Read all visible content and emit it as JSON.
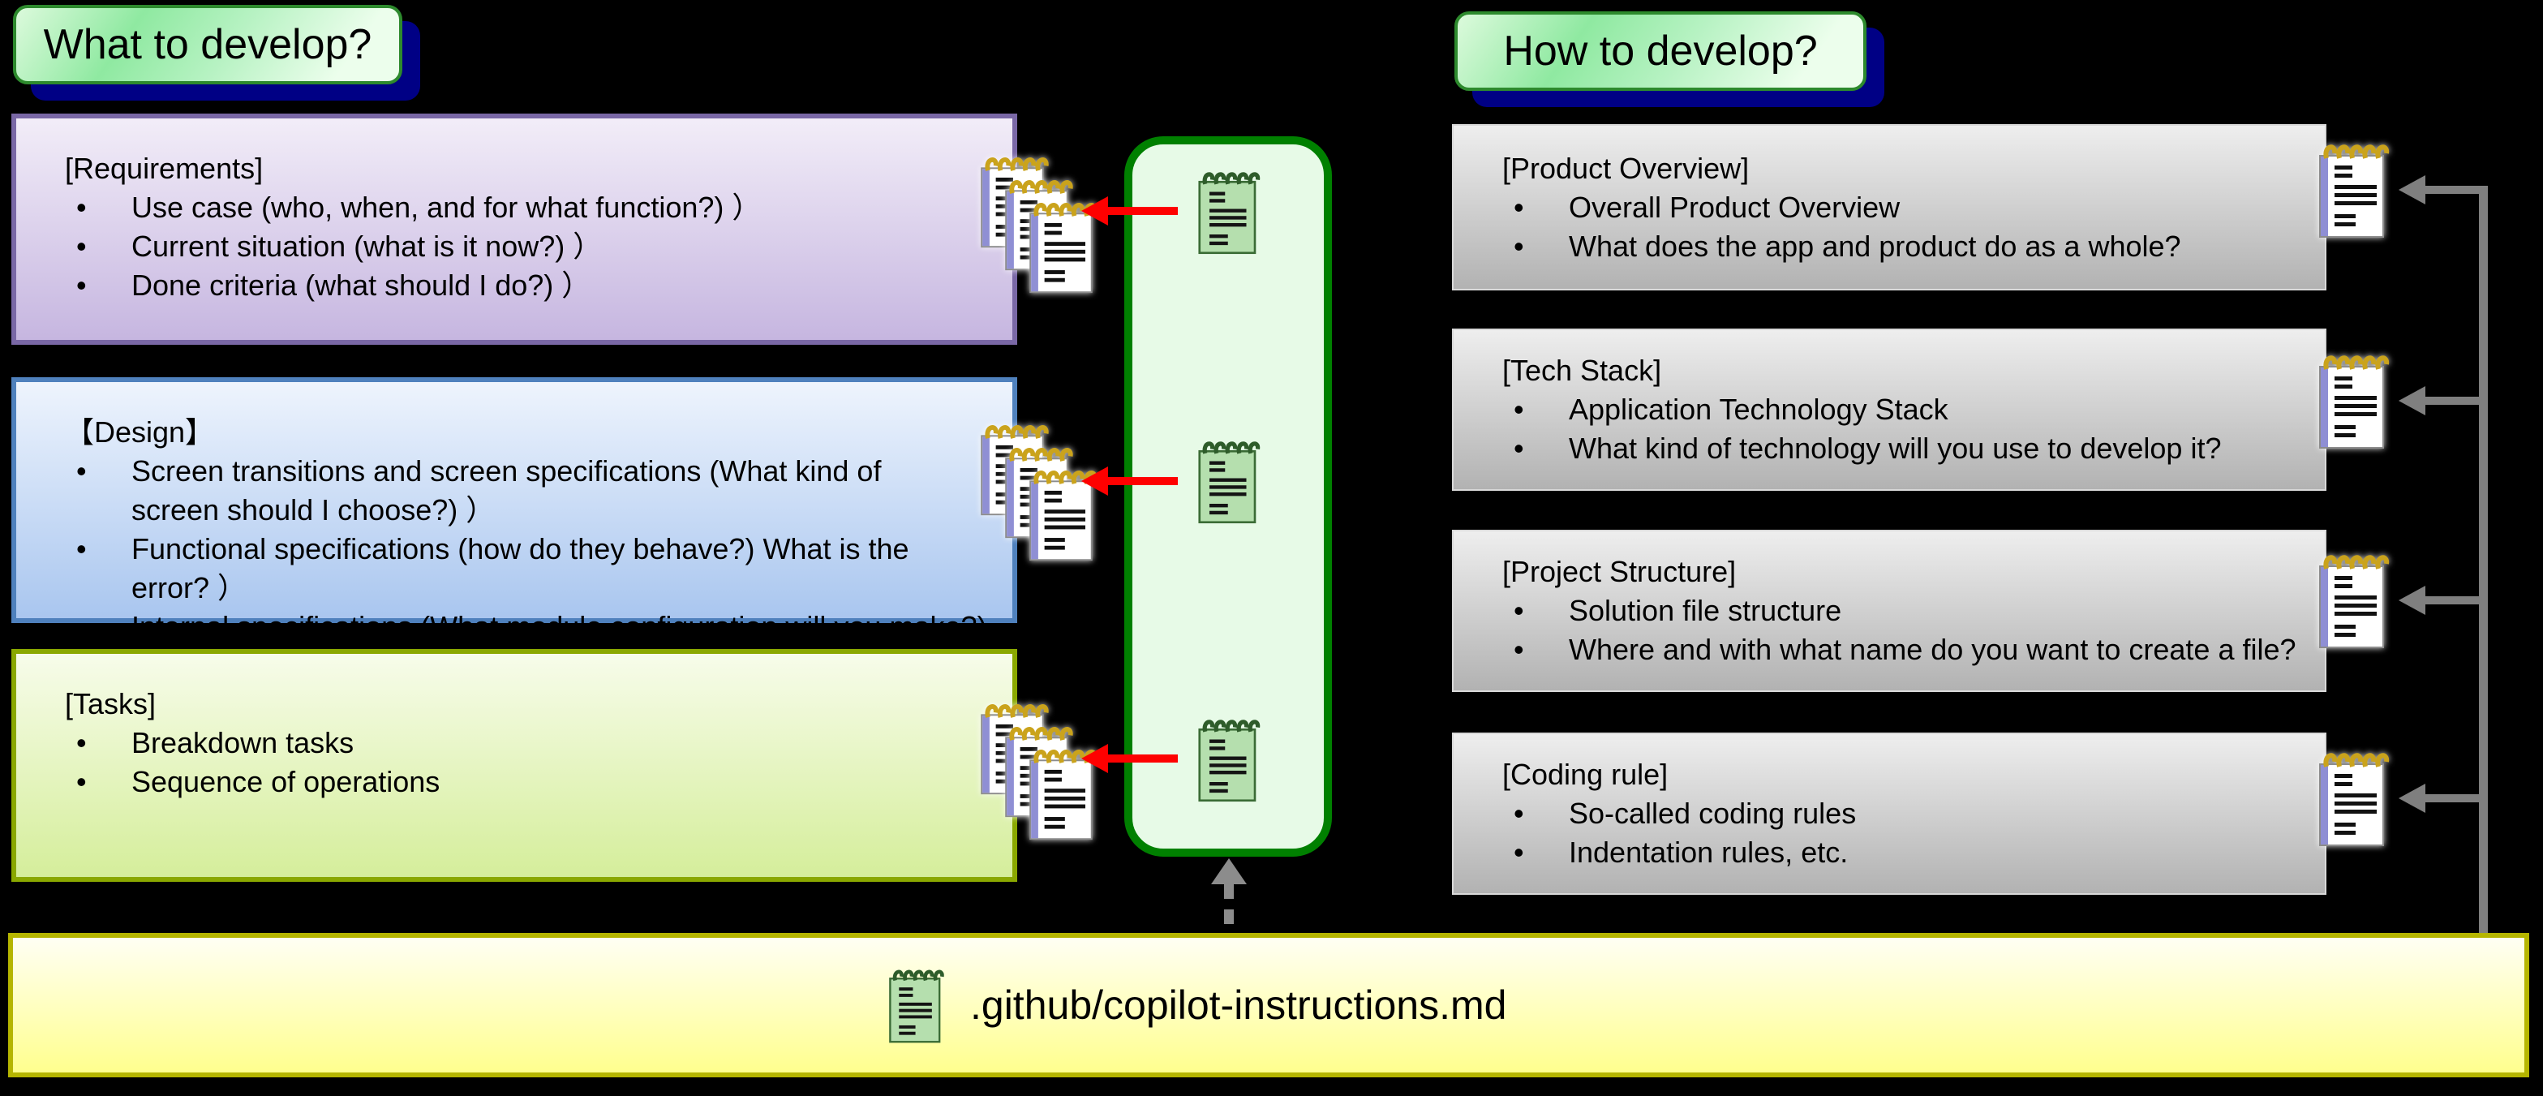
{
  "headers": {
    "left": "What to develop?",
    "right": "How to develop?"
  },
  "left_boxes": [
    {
      "title": "[Requirements]",
      "bullets": [
        "Use case (who, when, and for what function?) ）",
        "Current situation (what is it now?) ）",
        "Done criteria (what should I do?) ）"
      ]
    },
    {
      "title": "【Design】",
      "bullets": [
        "Screen transitions and screen specifications (What kind of screen should I choose?) ）",
        "Functional specifications (how do they behave?) What is the error? ）",
        "Internal specifications (What module configuration will you make?) ）"
      ]
    },
    {
      "title": "[Tasks]",
      "bullets": [
        "Breakdown tasks",
        "Sequence of operations"
      ]
    }
  ],
  "right_boxes": [
    {
      "title": "[Product Overview]",
      "bullets": [
        "Overall Product Overview",
        "What does the app and product do as a whole?"
      ]
    },
    {
      "title": "[Tech Stack]",
      "bullets": [
        "Application Technology Stack",
        "What kind of technology will you use to develop it?"
      ]
    },
    {
      "title": "[Project Structure]",
      "bullets": [
        "Solution file structure",
        "Where and with what name do you want to create a file?"
      ]
    },
    {
      "title": "[Coding rule]",
      "bullets": [
        "So-called coding rules",
        "Indentation rules, etc."
      ]
    }
  ],
  "footer": {
    "filename": ".github/copilot-instructions.md"
  },
  "colors": {
    "background": "#000000",
    "pill_border": "#2d8a2d",
    "pill_shadow": "#000085",
    "requirements_border": "#7a68a6",
    "design_border": "#4f81bd",
    "tasks_border": "#8aa800",
    "gray_box_fill": "#c8c8c8",
    "hub_border": "#008000",
    "hub_fill": "#e7fae7",
    "red_arrow": "#fe0000",
    "gray_arrow": "#7f7f7f",
    "footer_border": "#b5b500",
    "footer_fill": "#ffff8e"
  }
}
